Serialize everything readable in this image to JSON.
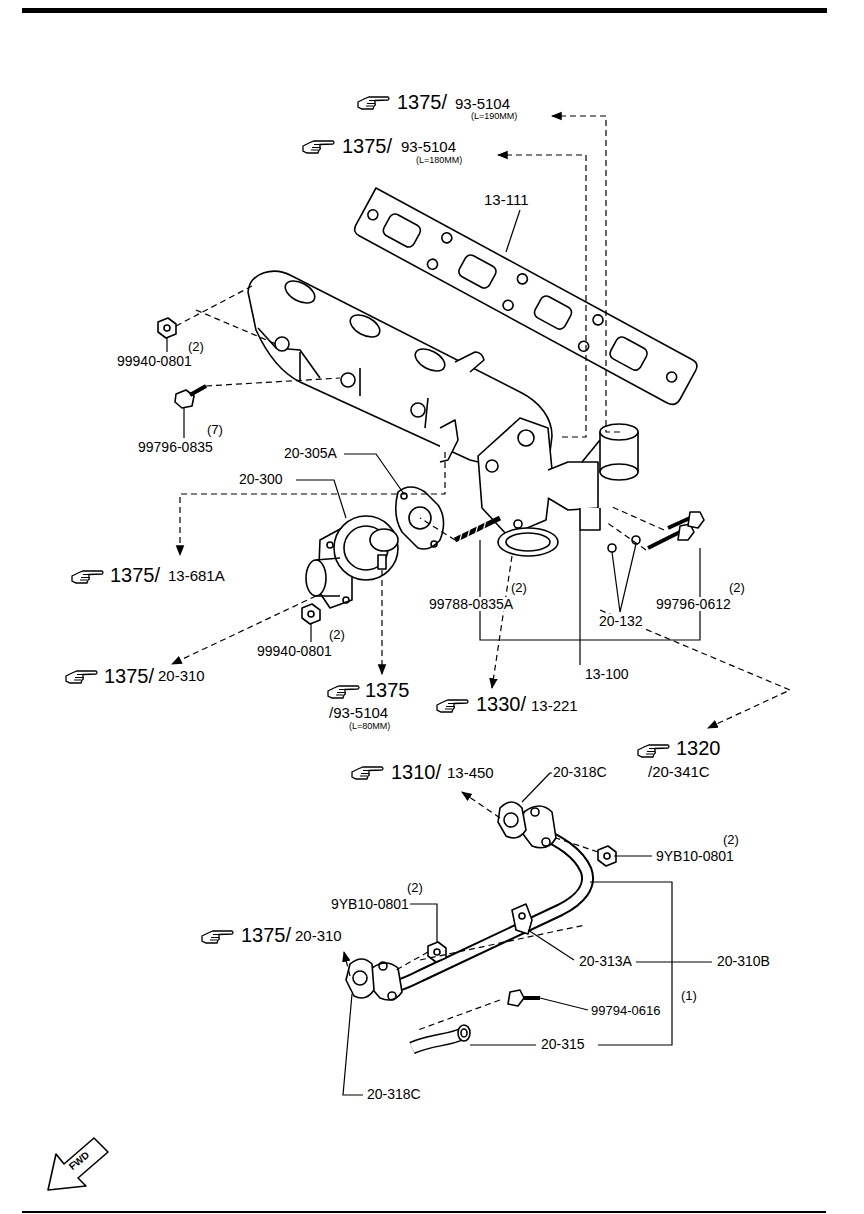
{
  "diagram": {
    "labels": [
      "1375/",
      "93-5104",
      "(L=190MM)",
      "1375/",
      "93-5104",
      "(L=180MM)",
      "13-111",
      "(2)",
      "99940-0801",
      "(7)",
      "99796-0835",
      "20-305A",
      "20-300",
      "1375/",
      "13-681A",
      "(2)",
      "99788-0835A",
      "20-132",
      "(2)",
      "99796-0612",
      "(2)",
      "99940-0801",
      "13-100",
      "1375/",
      "20-310",
      "1375",
      "/93-5104",
      "(L=80MM)",
      "1330/",
      "13-221",
      "1320",
      "/20-341C",
      "1310/",
      "13-450",
      "20-318C",
      "(2)",
      "9YB10-0801",
      "(2)",
      "9YB10-0801",
      "1375/",
      "20-310",
      "20-313A",
      "20-310B",
      "(1)",
      "99794-0616",
      "20-315",
      "20-318C",
      "FWD"
    ]
  }
}
